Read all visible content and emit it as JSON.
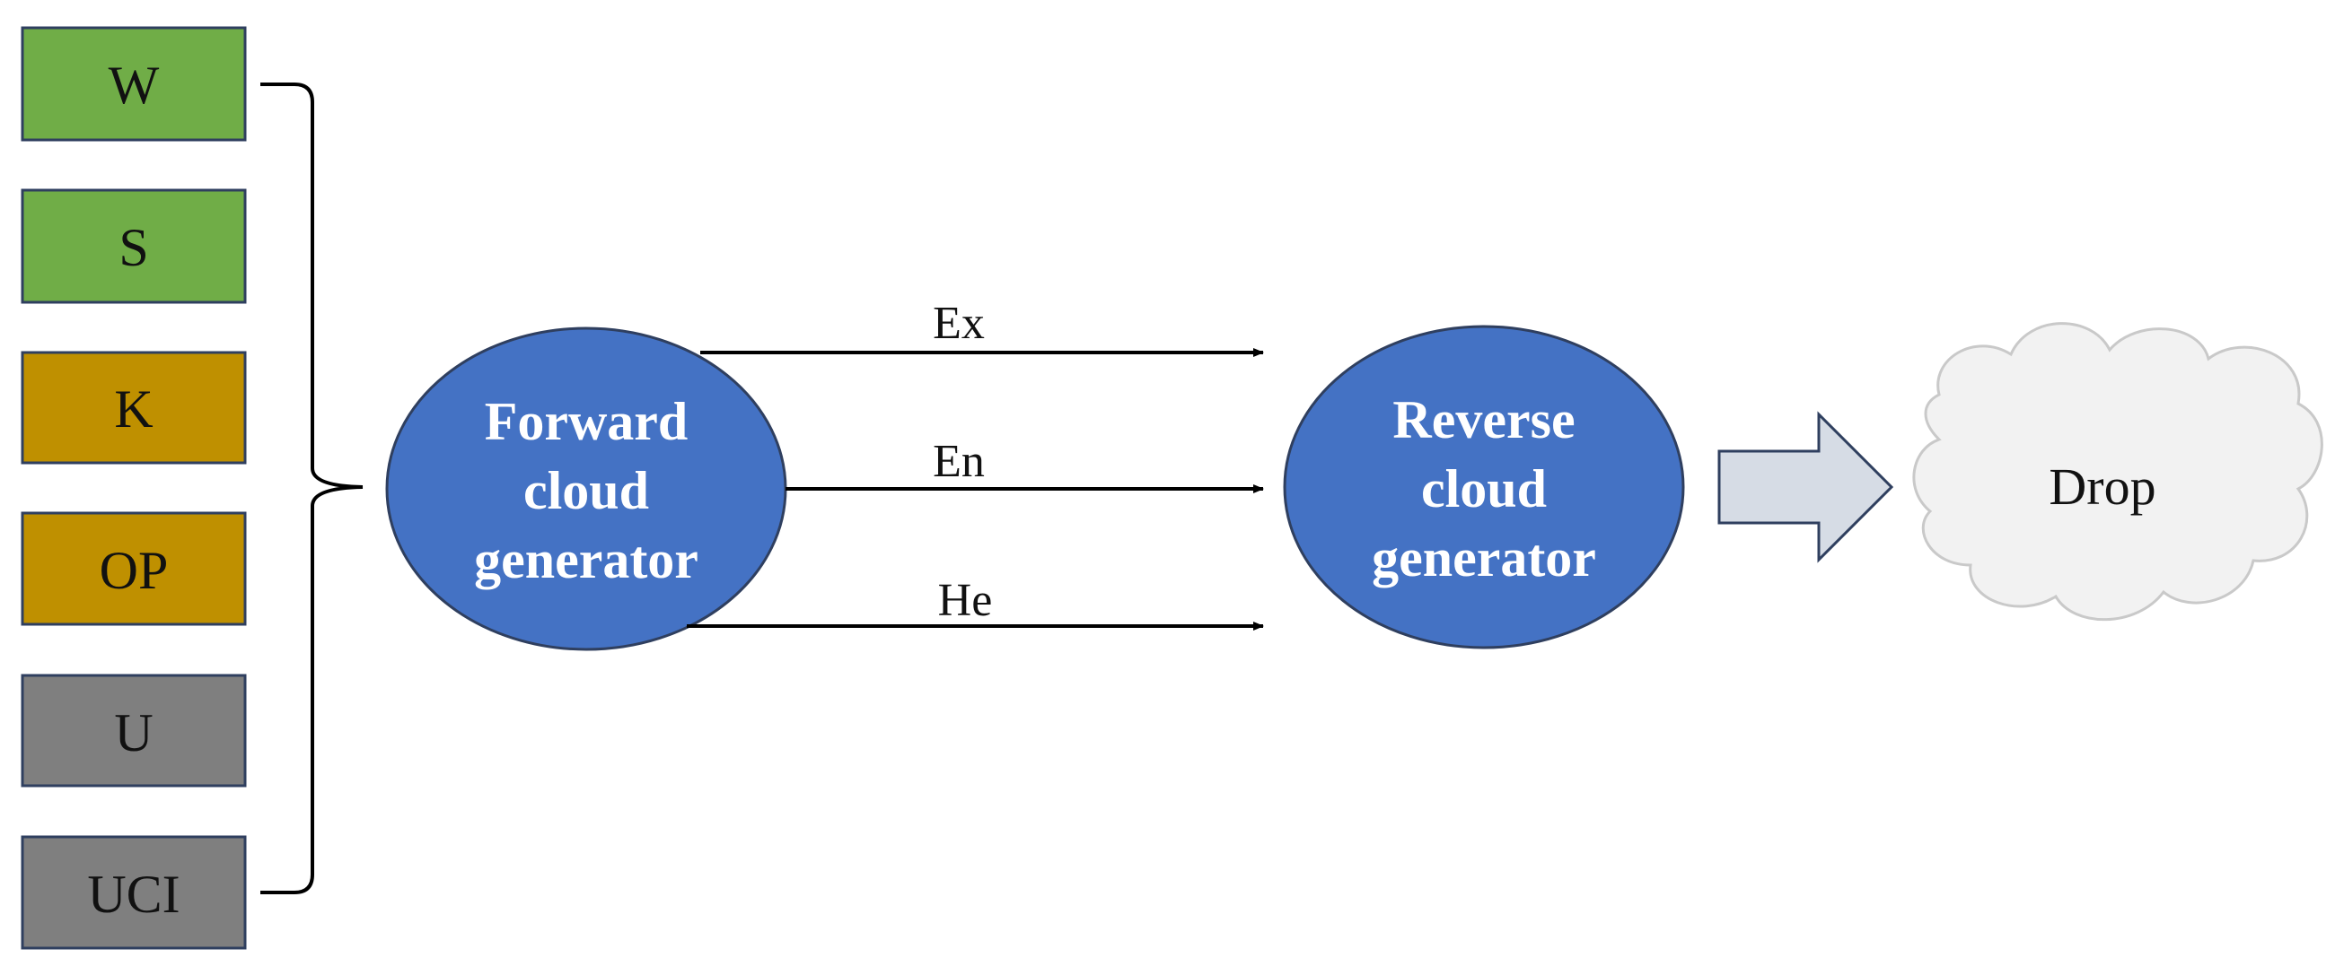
{
  "inputs": [
    {
      "label": "W",
      "color": "#70ad47"
    },
    {
      "label": "S",
      "color": "#70ad47"
    },
    {
      "label": "K",
      "color": "#bf9000"
    },
    {
      "label": "OP",
      "color": "#bf9000"
    },
    {
      "label": "U",
      "color": "#7f7f7f"
    },
    {
      "label": "UCI",
      "color": "#7f7f7f"
    }
  ],
  "forward_generator": {
    "lines": [
      "Forward",
      "cloud",
      "generator"
    ],
    "color": "#4472c4"
  },
  "reverse_generator": {
    "lines": [
      "Reverse",
      "cloud",
      "generator"
    ],
    "color": "#4472c4"
  },
  "edges": [
    {
      "label": "Ex"
    },
    {
      "label": "En"
    },
    {
      "label": "He"
    }
  ],
  "output": {
    "label": "Drop",
    "arrow_color": "#d6dce5",
    "cloud_color": "#f2f2f2"
  }
}
